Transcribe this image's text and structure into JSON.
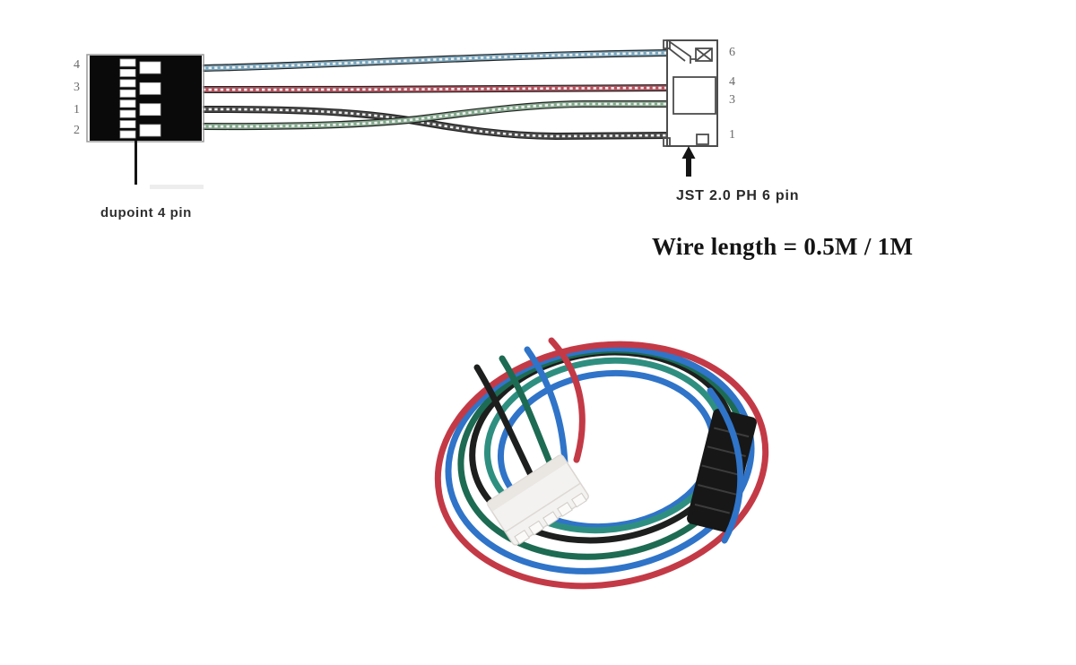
{
  "diagram": {
    "left_connector": {
      "label": "dupoint 4 pin",
      "pins": [
        "4",
        "3",
        "1",
        "2"
      ]
    },
    "right_connector": {
      "label": "JST 2.0 PH 6 pin",
      "pins": [
        "6",
        "4",
        "3",
        "1"
      ]
    },
    "wire_length_label": "Wire length = 0.5M / 1M",
    "wires": [
      {
        "name": "blue wire",
        "color": "#7da7bd"
      },
      {
        "name": "red wire",
        "color": "#b25560"
      },
      {
        "name": "black wire",
        "color": "#4b4b4b"
      },
      {
        "name": "green wire",
        "color": "#87aa90"
      }
    ],
    "colors": {
      "connector_body_black": "#0a0a0a",
      "pin_number_gray": "#6a6a6a"
    }
  },
  "photo": {
    "colors": {
      "red": "#c33a46",
      "blue": "#2f74c8",
      "green": "#1d6b52",
      "teal": "#2e8f80",
      "black": "#1d1f1e",
      "connector_white": "#f4f2f0",
      "connector_black": "#171717"
    }
  }
}
